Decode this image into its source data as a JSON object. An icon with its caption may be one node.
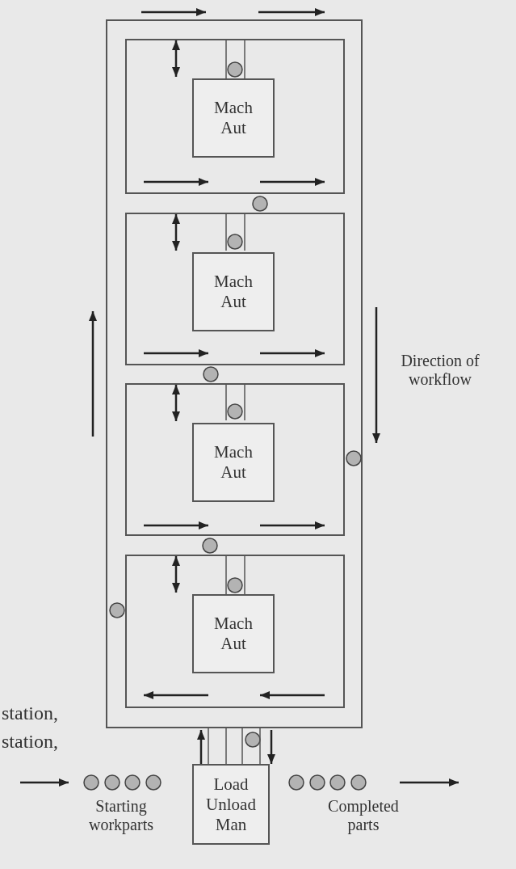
{
  "diagram": {
    "nodes": [
      {
        "text": [],
        "shape": "box"
      },
      {
        "text": [
          "Mach Aut"
        ],
        "in": 0
      },
      {
        "text": [],
        "shape": "box"
      },
      {
        "text": [
          "Mach Aut"
        ],
        "in": 2
      },
      {
        "text": [],
        "shape": "box"
      },
      {
        "text": [
          "Mach Aut"
        ],
        "in": 4
      },
      {
        "text": [],
        "shape": "box"
      },
      {
        "text": [
          "Mach Aut"
        ],
        "in": 6
      },
      {
        "text": [
          "Load Unload Man"
        ]
      }
    ],
    "edges": [
      {
        "from": 0,
        "to": 1,
        "arrow": "both"
      },
      {
        "from": 2,
        "to": 3,
        "arrow": "both"
      },
      {
        "from": 4,
        "to": 5,
        "arrow": "both"
      },
      {
        "from": 6,
        "to": 7,
        "arrow": "both"
      },
      {
        "from": 8,
        "to": null,
        "arrow": "to"
      },
      {
        "from": null,
        "to": 8,
        "arrow": "to"
      }
    ],
    "labels": [
      "Direction of workflow",
      "station,",
      "station,",
      "Starting workparts",
      "Completed parts"
    ]
  }
}
